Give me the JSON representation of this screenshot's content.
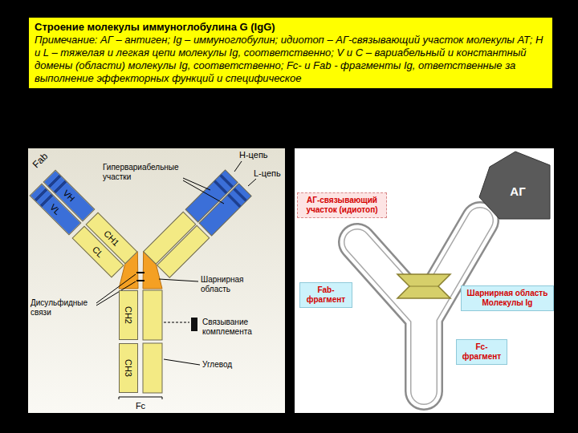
{
  "diagram": {
    "title": "Строение молекулы иммуноглобулина G (IgG)",
    "caption": "Примечание: АГ – антиген; Ig – иммуноглобулин; идиотоп – АГ-связывающий участок молекулы АТ; H и L – тяжелая и легкая цепи молекулы Ig, соответственно; V и C – вариабельный и константный домены (области) молекулы Ig, соответственно; Fc- и Fab - фрагменты Ig, ответственные за выполнение эффекторных функций и специфическое",
    "nodes": [
      {
        "text": [
          "VH"
        ]
      },
      {
        "text": [
          "VL"
        ]
      },
      {
        "text": [
          "CL"
        ]
      },
      {
        "text": [
          "CH1"
        ]
      },
      {
        "text": [
          "CH2"
        ]
      },
      {
        "text": [
          "CH3"
        ]
      },
      {
        "text": [
          "АГ"
        ]
      },
      {
        "text": [
          "АГ-связывающий участок (идиотоп)"
        ]
      },
      {
        "text": [
          "Fab- фрагмент"
        ]
      },
      {
        "text": [
          "Шарнирная область Молекулы Ig"
        ]
      },
      {
        "text": [
          "Fc- фрагмент"
        ]
      }
    ],
    "labels": [
      "Fab",
      "Гипервариабельные участки",
      "Н-цепь",
      "L-цепь",
      "Шарнирная область",
      "Дисульфидные связи",
      "Связывание комплемента",
      "Углевод",
      "Fc"
    ]
  }
}
